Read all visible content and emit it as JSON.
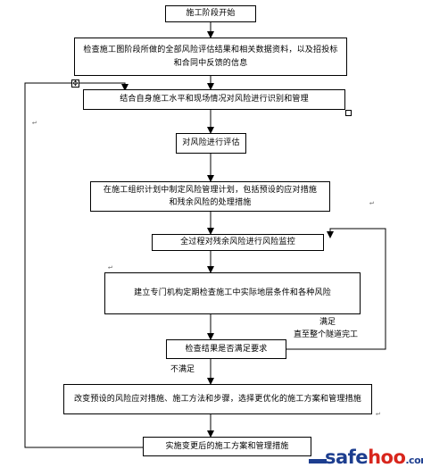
{
  "nodes": {
    "start": "施工阶段开始",
    "review": "检查施工图阶段所做的全部风险评估结果和相关数据资料，以及招投标和合同中反馈的信息",
    "identify": "结合自身施工水平和现场情况对风险进行识别和管理",
    "assess": "对风险进行评估",
    "plan": "在施工组织计划中制定风险管理计划，包括预设的应对措施和残余风险的处理措施",
    "monitor": "全过程对残余风险进行风险监控",
    "verify": "建立专门机构定期检查施工中实际地层条件和各种风险",
    "check": "检查结果是否满足要求",
    "change": "改变预设的风险应对措施、施工方法和步骤，选择更优化的施工方案和管理措施",
    "implement": "实施变更后的施工方案和管理措施"
  },
  "edge_labels": {
    "satisfied": "满足",
    "until_done": "直至整个隧道完工",
    "not_satisfied": "不满足"
  },
  "logo": {
    "part1": "safe",
    "part2": "hoo",
    "part3": ".com"
  },
  "colors": {
    "logo_blue": "#1d3e8f",
    "logo_red": "#d8261d",
    "line": "#000000"
  }
}
